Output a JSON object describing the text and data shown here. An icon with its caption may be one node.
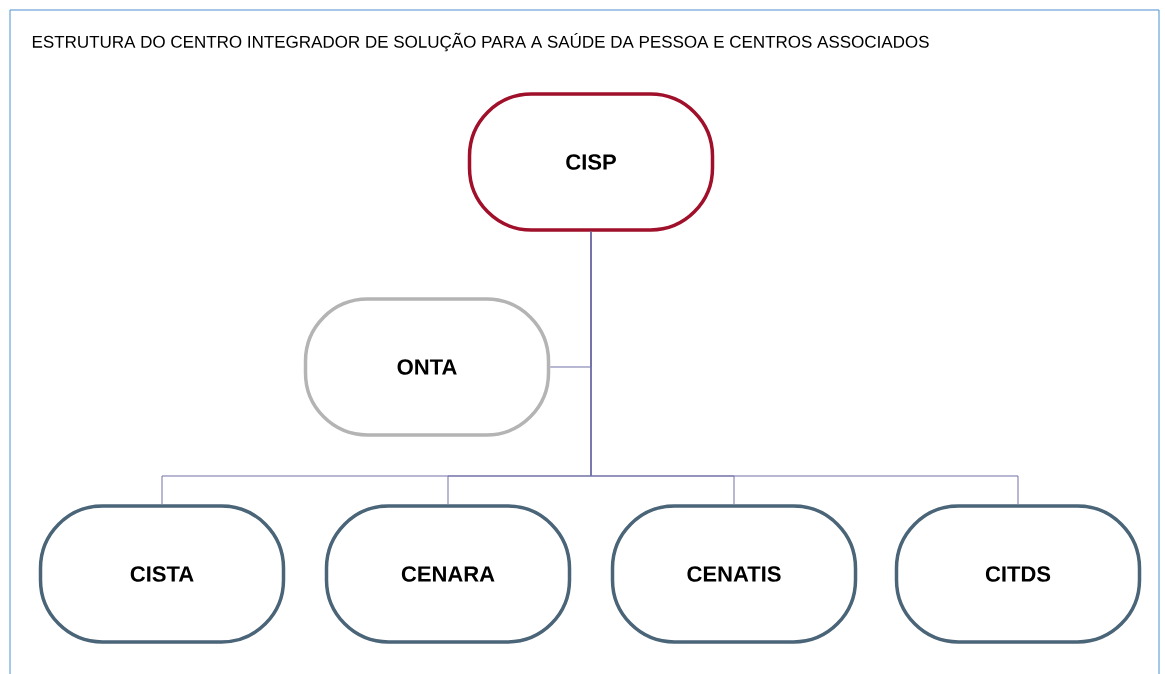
{
  "diagram": {
    "title": "ESTRUTURA DO CENTRO INTEGRADOR DE SOLUÇÃO PARA A SAÚDE DA PESSOA E CENTROS ASSOCIADOS",
    "nodes": [
      {
        "text": [
          "CISP"
        ]
      },
      {
        "text": [
          "ONTA"
        ]
      },
      {
        "text": [
          "CISTA"
        ]
      },
      {
        "text": [
          "CENARA"
        ]
      },
      {
        "text": [
          "CENATIS"
        ]
      },
      {
        "text": [
          "CITDS"
        ]
      }
    ],
    "edges": [
      {
        "from": 0,
        "to": 1,
        "arrow": "none"
      },
      {
        "from": 0,
        "to": 2,
        "arrow": "none"
      },
      {
        "from": 0,
        "to": 3,
        "arrow": "none"
      },
      {
        "from": 0,
        "to": 4,
        "arrow": "none"
      },
      {
        "from": 0,
        "to": 5,
        "arrow": "none"
      }
    ]
  }
}
